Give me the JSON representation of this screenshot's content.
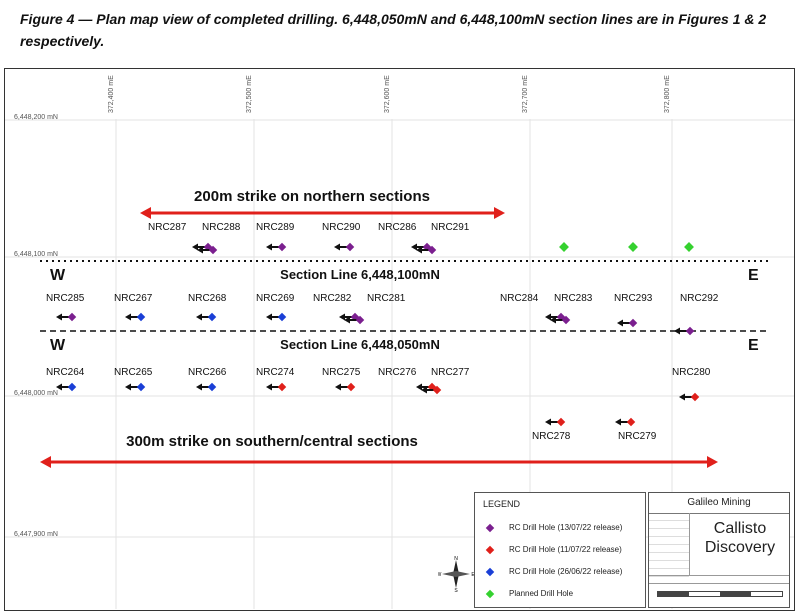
{
  "figure": {
    "caption": "Figure 4 — Plan map view of completed drilling. 6,448,050mN and 6,448,100mN section lines are in Figures 1 & 2 respectively."
  },
  "grid": {
    "eastings": [
      "372,400 mE",
      "372,500 mE",
      "372,600 mE",
      "372,700 mE",
      "372,800 mE"
    ],
    "northings": [
      "6,448,200 mN",
      "6,448,100 mN",
      "6,448,000 mN",
      "6,447,900 mN"
    ]
  },
  "sections": {
    "north": {
      "label": "Section Line 6,448,100mN",
      "west": "W",
      "east": "E"
    },
    "central": {
      "label": "Section Line 6,448,050mN",
      "west": "W",
      "east": "E"
    }
  },
  "annotations": {
    "northern_strike": "200m strike on northern sections",
    "southern_strike": "300m strike on southern/central sections"
  },
  "drill_holes": [
    {
      "id": "NRC287",
      "release": "13/07/22"
    },
    {
      "id": "NRC288",
      "release": "13/07/22"
    },
    {
      "id": "NRC289",
      "release": "13/07/22"
    },
    {
      "id": "NRC290",
      "release": "13/07/22"
    },
    {
      "id": "NRC286",
      "release": "13/07/22"
    },
    {
      "id": "NRC291",
      "release": "13/07/22"
    },
    {
      "id": "NRC285",
      "release": "13/07/22"
    },
    {
      "id": "NRC267",
      "release": "26/06/22"
    },
    {
      "id": "NRC268",
      "release": "26/06/22"
    },
    {
      "id": "NRC269",
      "release": "26/06/22"
    },
    {
      "id": "NRC282",
      "release": "13/07/22"
    },
    {
      "id": "NRC281",
      "release": "13/07/22"
    },
    {
      "id": "NRC284",
      "release": "13/07/22"
    },
    {
      "id": "NRC283",
      "release": "13/07/22"
    },
    {
      "id": "NRC293",
      "release": "13/07/22"
    },
    {
      "id": "NRC292",
      "release": "13/07/22"
    },
    {
      "id": "NRC264",
      "release": "26/06/22"
    },
    {
      "id": "NRC265",
      "release": "26/06/22"
    },
    {
      "id": "NRC266",
      "release": "26/06/22"
    },
    {
      "id": "NRC274",
      "release": "11/07/22"
    },
    {
      "id": "NRC275",
      "release": "11/07/22"
    },
    {
      "id": "NRC276",
      "release": "11/07/22"
    },
    {
      "id": "NRC277",
      "release": "11/07/22"
    },
    {
      "id": "NRC280",
      "release": "11/07/22"
    },
    {
      "id": "NRC278",
      "release": "11/07/22"
    },
    {
      "id": "NRC279",
      "release": "11/07/22"
    }
  ],
  "legend": {
    "title": "LEGEND",
    "items": [
      {
        "label": "RC Drill Hole (13/07/22 release)",
        "color": "#7b1f8f"
      },
      {
        "label": "RC Drill Hole (11/07/22 release)",
        "color": "#e0201b"
      },
      {
        "label": "RC Drill Hole (26/06/22 release)",
        "color": "#1a3fd6"
      },
      {
        "label": "Planned Drill Hole",
        "color": "#35d12f"
      }
    ]
  },
  "title_block": {
    "company": "Galileo Mining",
    "project": "Callisto Discovery"
  },
  "north_arrow": {
    "n": "N",
    "s": "S",
    "e": "E",
    "w": "W"
  },
  "colors": {
    "purple": "#7b1f8f",
    "red": "#e0201b",
    "blue": "#1a3fd6",
    "green": "#35d12f",
    "strike_arrow": "#e0201b"
  }
}
